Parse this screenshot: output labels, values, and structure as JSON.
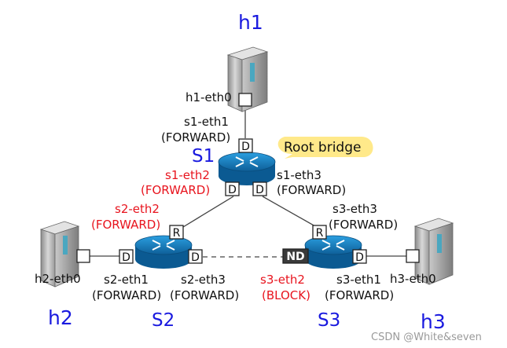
{
  "hosts": {
    "h1": {
      "name": "h1",
      "iface": "h1-eth0"
    },
    "h2": {
      "name": "h2",
      "iface": "h2-eth0"
    },
    "h3": {
      "name": "h3",
      "iface": "h3-eth0"
    }
  },
  "switches": {
    "s1": {
      "name": "S1",
      "callout": "Root bridge"
    },
    "s2": {
      "name": "S2"
    },
    "s3": {
      "name": "S3"
    }
  },
  "ports": {
    "s1_eth1": {
      "name": "s1-eth1",
      "state": "(FORWARD)",
      "role": "D"
    },
    "s1_eth2": {
      "name": "s1-eth2",
      "state": "(FORWARD)",
      "role": "D"
    },
    "s1_eth3": {
      "name": "s1-eth3",
      "state": "(FORWARD)",
      "role": "D"
    },
    "s2_eth1": {
      "name": "s2-eth1",
      "state": "(FORWARD)",
      "role": "D"
    },
    "s2_eth2": {
      "name": "s2-eth2",
      "state": "(FORWARD)",
      "role": "R"
    },
    "s2_eth3": {
      "name": "s2-eth3",
      "state": "(FORWARD)",
      "role": "D"
    },
    "s3_eth1": {
      "name": "s3-eth1",
      "state": "(FORWARD)",
      "role": "D"
    },
    "s3_eth2": {
      "name": "s3-eth2",
      "state": "(BLOCK)",
      "role": "ND"
    },
    "s3_eth3": {
      "name": "s3-eth3",
      "state": "(FORWARD)",
      "role": "R"
    }
  },
  "colors": {
    "host_name": "#1a1adf",
    "highlight": "#e8141e",
    "switch": "#1f8fd0",
    "bubble": "#ffe98a",
    "blocked_port": "#3a3a3a"
  },
  "watermark": "CSDN @White&seven"
}
